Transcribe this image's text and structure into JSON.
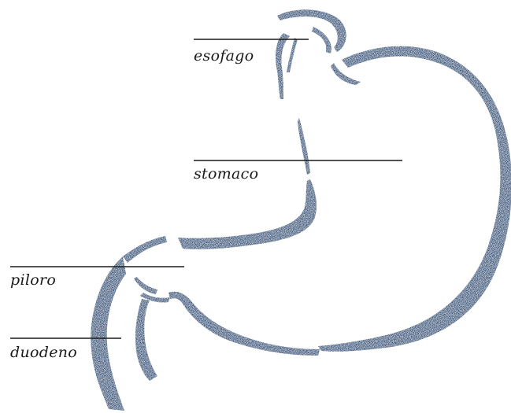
{
  "colors": {
    "organ": "#1d4a78",
    "organ_light": "#3f6f9d",
    "text": "#1a1a1a",
    "background": "#ffffff"
  },
  "labels": {
    "esofago": "esofago",
    "stomaco": "stomaco",
    "piloro": "piloro",
    "duodeno": "duodeno"
  }
}
